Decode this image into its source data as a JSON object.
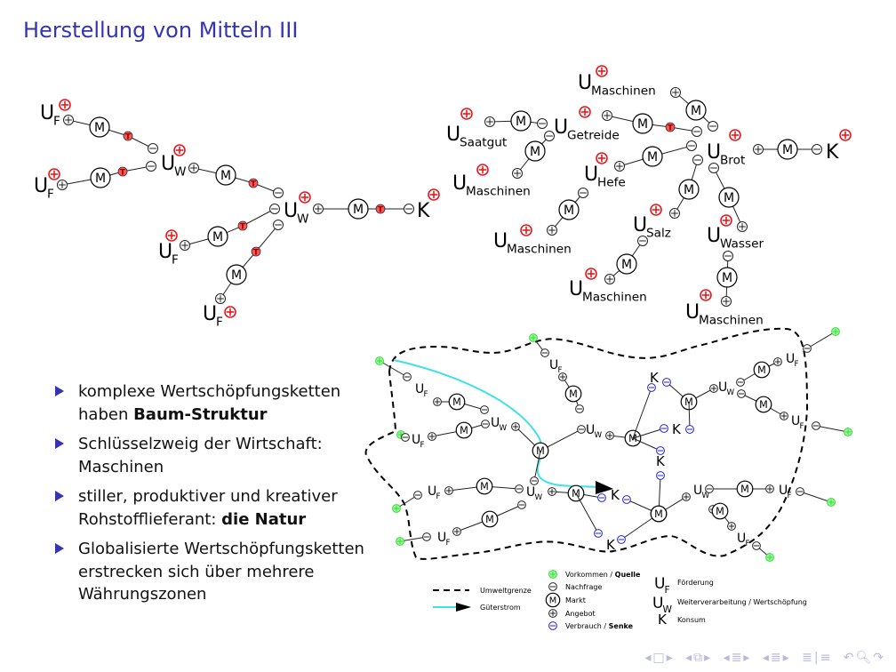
{
  "slide": {
    "title": "Herstellung von Mitteln III"
  },
  "bullets": [
    {
      "text": "komplexe Wertschöpfungsketten haben ",
      "bold": "Baum-Struktur",
      "tail": ""
    },
    {
      "text": "Schlüsselzweig der Wirtschaft: Maschinen",
      "bold": "",
      "tail": ""
    },
    {
      "text": "stiller, produktiver und kreativer Rohstofflieferant: ",
      "bold": "die Natur",
      "tail": ""
    },
    {
      "text": "Globalisierte Wertschöpfungsketten erstrecken sich über mehrere Währungszonen",
      "bold": "",
      "tail": ""
    }
  ],
  "labels": {
    "U": "U",
    "F": "F",
    "W": "W",
    "K": "K",
    "M": "M",
    "T": "T",
    "maschinen": "Maschinen",
    "saatgut": "Saatgut",
    "getreide": "Getreide",
    "brot": "Brot",
    "hefe": "Hefe",
    "salz": "Salz",
    "wasser": "Wasser"
  },
  "legend": {
    "umweltgrenze": "Umweltgrenze",
    "gueterstrom": "Güterstrom",
    "vorkommen": "Vorkommen / ",
    "quelle": "Quelle",
    "nachfrage": "Nachfrage",
    "markt": "Markt",
    "angebot": "Angebot",
    "verbrauch": "Verbrauch / ",
    "senke": "Senke",
    "foerderung": "Förderung",
    "weiterverarbeitung": "Weiterverarbeitung / Wertschöpfung",
    "konsum": "Konsum"
  },
  "colors": {
    "accent": "#3434b2",
    "red": "#e8191e",
    "green": "#39d639",
    "blue": "#2424c8",
    "cyan": "#3fe0e8"
  },
  "nav": {
    "icons": [
      "nav-frame-left",
      "nav-frame",
      "nav-frame-right",
      "nav-subsection-left",
      "nav-subsection",
      "nav-subsection-right",
      "nav-section-left",
      "nav-section",
      "nav-section-right",
      "nav-toc",
      "nav-back",
      "nav-search",
      "nav-forward"
    ]
  }
}
